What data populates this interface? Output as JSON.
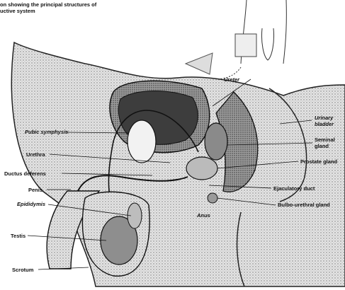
{
  "caption": {
    "line1": "on showing the principal structures of",
    "line2": "uctive system"
  },
  "labels": {
    "ureter": "Ureter",
    "urinary_bladder_1": "Urinary",
    "urinary_bladder_2": "bladder",
    "pubic_symphysis": "Pubic symphysis",
    "seminal_gland_1": "Seminal",
    "seminal_gland_2": "gland",
    "urethra": "Urethra",
    "prostate_gland": "Prostate gland",
    "ductus_deferens": "Ductus deferens",
    "penis": "Penis",
    "ejaculatory_duct": "Ejaculatory duct",
    "epididymis": "Epididymis",
    "bulbo_urethral_gland": "Bulbo-urethral gland",
    "anus": "Anus",
    "testis": "Testis",
    "scrotum": "Scrotum"
  }
}
